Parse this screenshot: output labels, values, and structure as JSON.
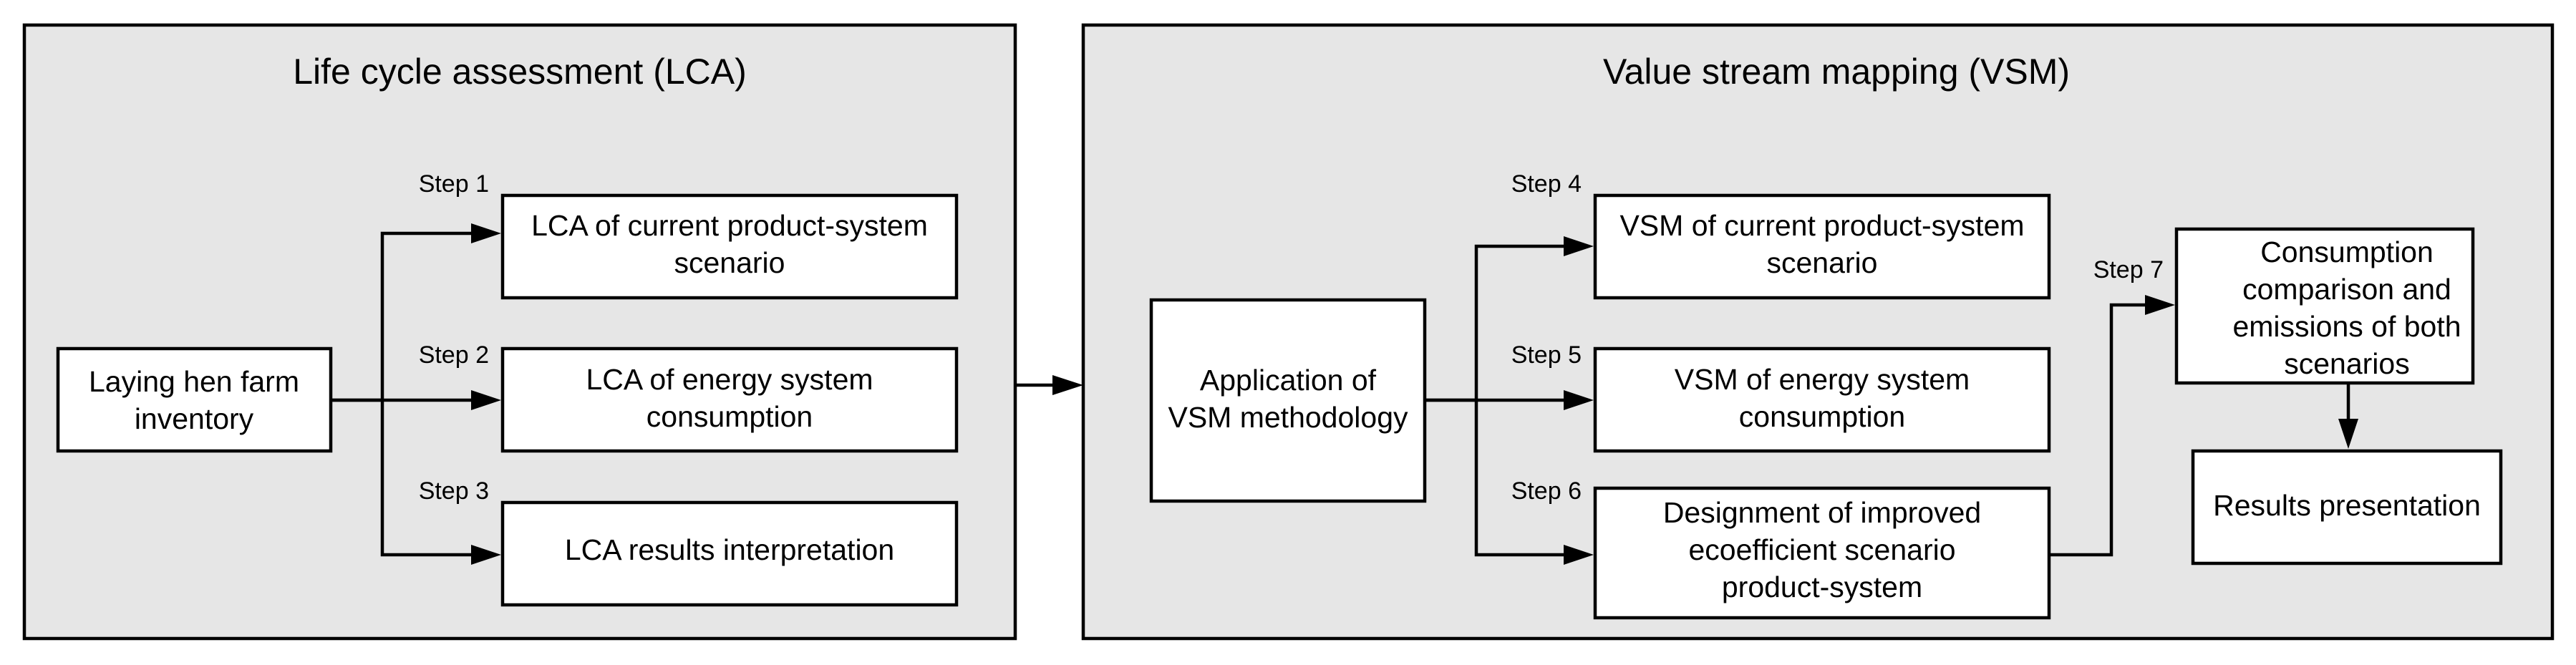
{
  "panels": {
    "lca": {
      "title": "Life cycle assessment (LCA)"
    },
    "vsm": {
      "title": "Value stream mapping (VSM)"
    }
  },
  "nodes": {
    "inventory": [
      "Laying hen farm",
      "inventory"
    ],
    "lca_current": [
      "LCA of current product-system",
      "scenario"
    ],
    "lca_energy": [
      "LCA of energy system",
      "consumption"
    ],
    "lca_results": [
      "LCA results interpretation"
    ],
    "vsm_application": [
      "Application of",
      "VSM methodology"
    ],
    "vsm_current": [
      "VSM of current product-system",
      "scenario"
    ],
    "vsm_energy": [
      "VSM of energy system",
      "consumption"
    ],
    "designment": [
      "Designment of improved",
      "ecoefficient scenario",
      "product-system"
    ],
    "comparison": [
      "Consumption",
      "comparison and",
      "emissions of both",
      "scenarios"
    ],
    "results_presentation": [
      "Results presentation"
    ]
  },
  "steps": {
    "step1": "Step 1",
    "step2": "Step 2",
    "step3": "Step 3",
    "step4": "Step 4",
    "step5": "Step 5",
    "step6": "Step 6",
    "step7": "Step 7"
  },
  "colors": {
    "panel_fill": "#e6e6e6",
    "node_fill": "#ffffff",
    "stroke": "#000000"
  }
}
